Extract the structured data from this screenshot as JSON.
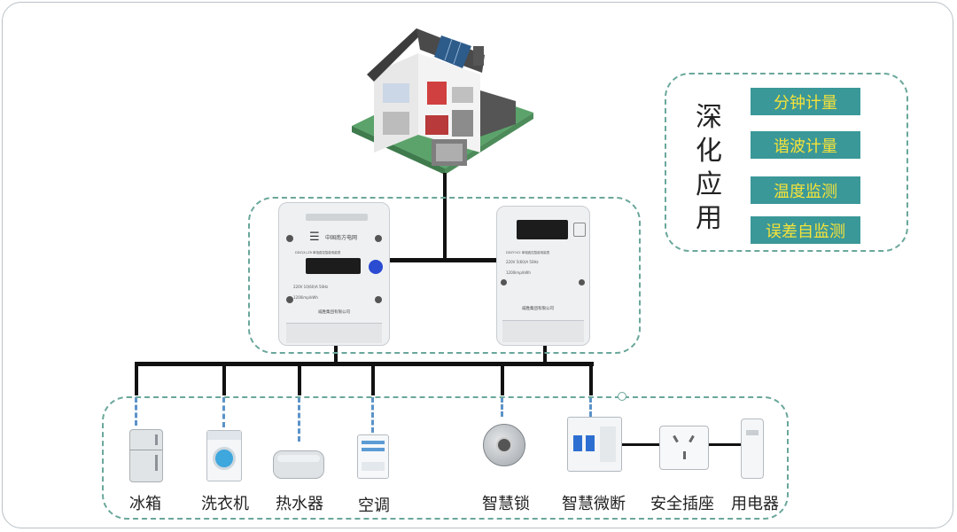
{
  "features": {
    "title": "深化应用",
    "items": [
      "分钟计量",
      "谐波计量",
      "温度监测",
      "误差自监测"
    ]
  },
  "meters": {
    "meter1": {
      "brand": "中国南方电网",
      "model": "DDZ(X)-Z8 单相费控智能电能表",
      "spec": "220V 10(60)A 50Hz",
      "constant": "1200imp/kWh",
      "maker": "威胜集团有限公司"
    },
    "meter2": {
      "model": "DDZY102 单相费控智能电能表",
      "spec": "220V 5(60)A 50Hz",
      "constant": "1200imp/kWh",
      "maker": "威胜集团有限公司"
    }
  },
  "devices": [
    "冰箱",
    "洗衣机",
    "热水器",
    "空调",
    "智慧锁",
    "智慧微断",
    "安全插座",
    "用电器"
  ],
  "colors": {
    "dash": "#6aa79b",
    "feature_bg": "#3b9898",
    "feature_text": "#f4e23a",
    "dashed_link": "#5c93c8"
  }
}
